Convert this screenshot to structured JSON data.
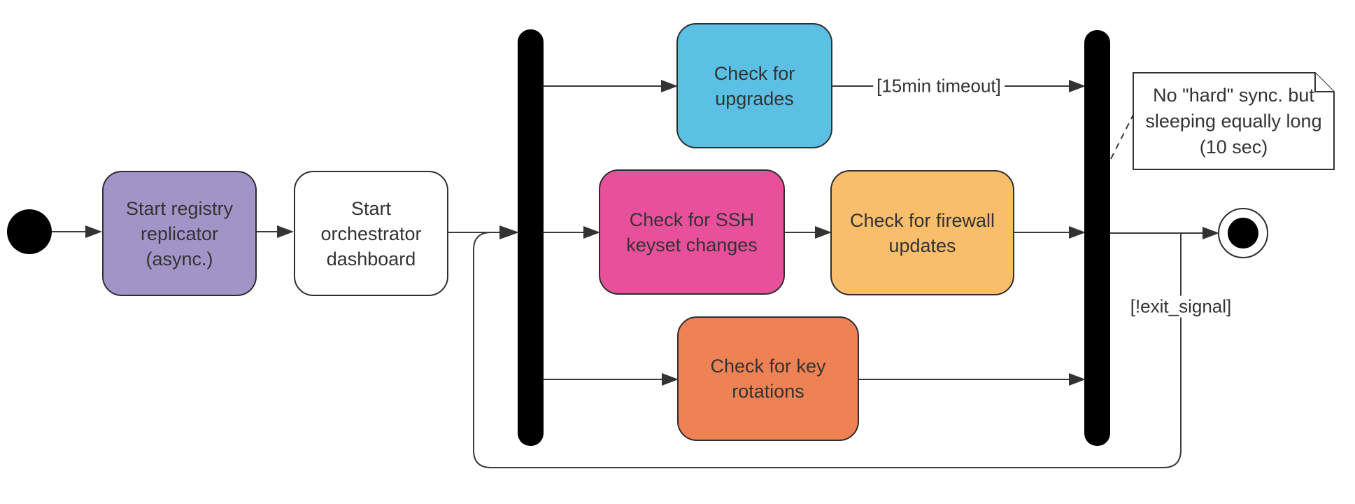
{
  "diagram": {
    "kind": "uml-activity-diagram",
    "nodes": {
      "start_registry": {
        "label": "Start registry replicator (async.)",
        "fill": "#A394C7"
      },
      "start_dashboard": {
        "label": "Start orchestrator dashboard",
        "fill": "#FFFFFF"
      },
      "check_upgrades": {
        "label": "Check for upgrades",
        "fill": "#5BC0E3"
      },
      "check_ssh": {
        "label": "Check for SSH keyset changes",
        "fill": "#E8509C"
      },
      "check_firewall": {
        "label": "Check for firewall updates",
        "fill": "#F9BE6C"
      },
      "check_rotations": {
        "label": "Check for key rotations",
        "fill": "#EF8254"
      }
    },
    "edge_labels": {
      "timeout": "[15min timeout]",
      "exit_signal": "[!exit_signal]"
    },
    "note": {
      "text": "No \"hard\" sync. but sleeping equally long (10 sec)"
    },
    "colors": {
      "connector": "#3A3A3A",
      "bar_fill": "#000000",
      "node_border": "#2E2E2E",
      "text": "#333333",
      "background": "#FFFFFF"
    }
  }
}
